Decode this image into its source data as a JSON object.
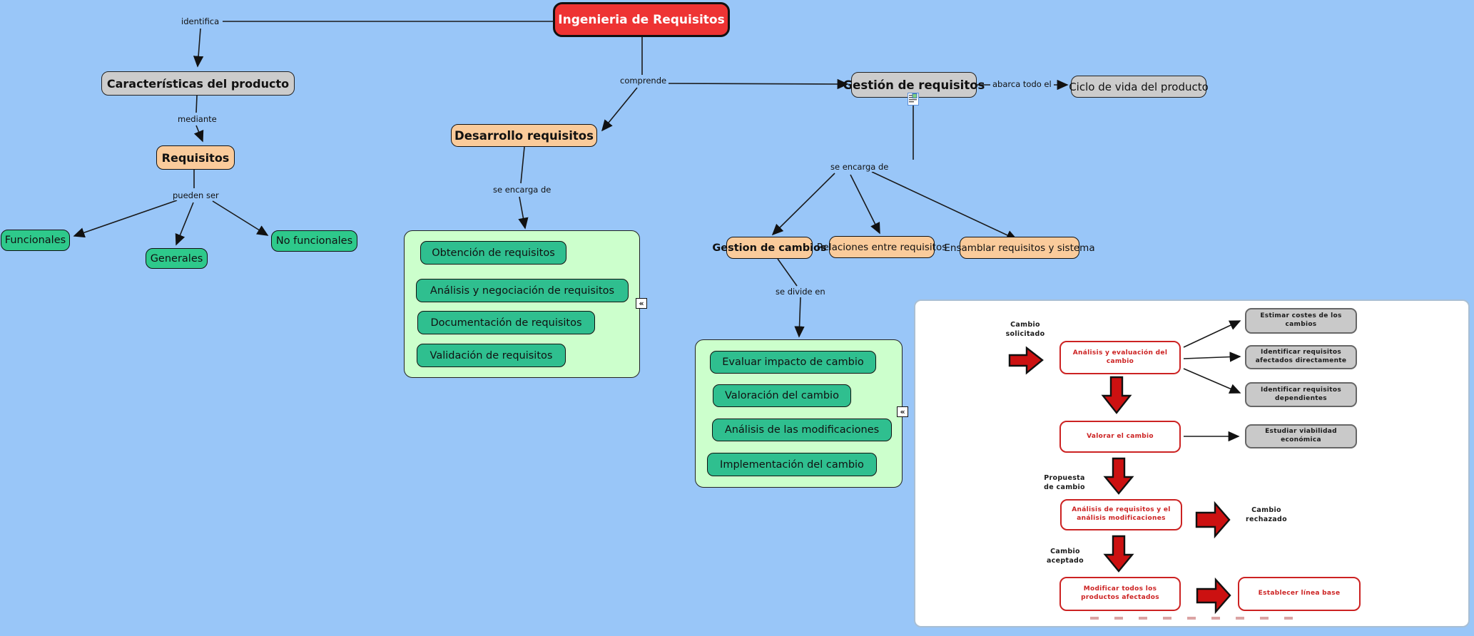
{
  "colors": {
    "background": "#99C6F8",
    "root_node": "#EE3333",
    "gray_node": "#CCCCCC",
    "orange_node": "#FACB9B",
    "green_node": "#2EC98B",
    "panel_background": "#CCFFCC",
    "flow_red": "#CC1111",
    "flow_gray": "#C9C9C9"
  },
  "nodes": {
    "title": "Ingenieria de Requisitos",
    "caracteristicas": "Características del producto",
    "requisitos": "Requisitos",
    "funcionales": "Funcionales",
    "generales": "Generales",
    "no_funcionales": "No funcionales",
    "desarrollo": "Desarrollo requisitos",
    "gestion_requisitos": "Gestión de requisitos",
    "ciclo_vida": "Ciclo de vida del producto",
    "gestion_cambios": "Gestion de cambios",
    "relaciones": "Relaciones entre requisitos",
    "ensamblar": "Ensamblar requisitos y sistema"
  },
  "links": {
    "identifica": "identifica",
    "mediante": "mediante",
    "pueden_ser": "pueden ser",
    "comprende": "comprende",
    "se_encarga_de_desarrollo": "se encarga de",
    "se_encarga_de_gestion": "se encarga de",
    "abarca_todo_el": "abarca todo el",
    "se_divide_en": "se divide en"
  },
  "desarrollo_panel": {
    "items": [
      "Obtención de requisitos",
      "Análisis y negociación de requisitos",
      "Documentación de requisitos",
      "Validación de requisitos"
    ],
    "collapse_glyph": "«"
  },
  "cambios_panel": {
    "items": [
      "Evaluar impacto de cambio",
      "Valoración del cambio",
      "Análisis de las modificaciones",
      "Implementación del cambio"
    ],
    "collapse_glyph": "«"
  },
  "flowchart": {
    "labels": {
      "cambio_solicitado": "Cambio solicitado",
      "propuesta_cambio": "Propuesta de cambio",
      "cambio_rechazado": "Cambio rechazado",
      "cambio_aceptado": "Cambio aceptado"
    },
    "red_steps": [
      "Análisis y evaluación del cambio",
      "Valorar el cambio",
      "Análisis de requisitos y el análisis modificaciones",
      "Modificar todos los productos afectados",
      "Establecer línea base"
    ],
    "gray_steps": [
      "Estimar costes de los cambios",
      "Identificar requisitos afectados directamente",
      "Identificar requisitos dependientes",
      "Estudiar viabilidad económica"
    ]
  }
}
